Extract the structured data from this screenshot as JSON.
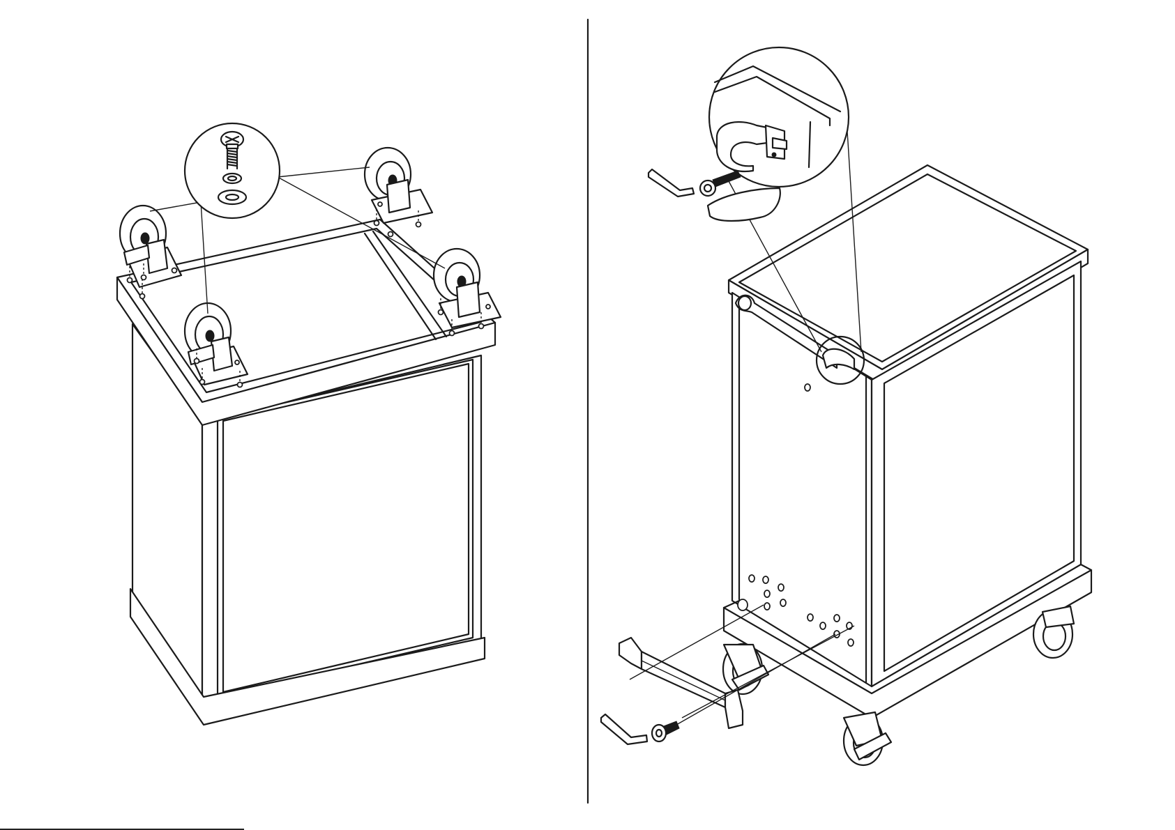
{
  "figure": {
    "ink_color": "#1a1a1a",
    "background": "#ffffff",
    "panels": [
      {
        "id": "left",
        "content": "cart-upside-down-caster-installation"
      },
      {
        "id": "right",
        "content": "cart-upright-handle-and-bumper-installation"
      }
    ]
  },
  "footer": {
    "text": ""
  }
}
